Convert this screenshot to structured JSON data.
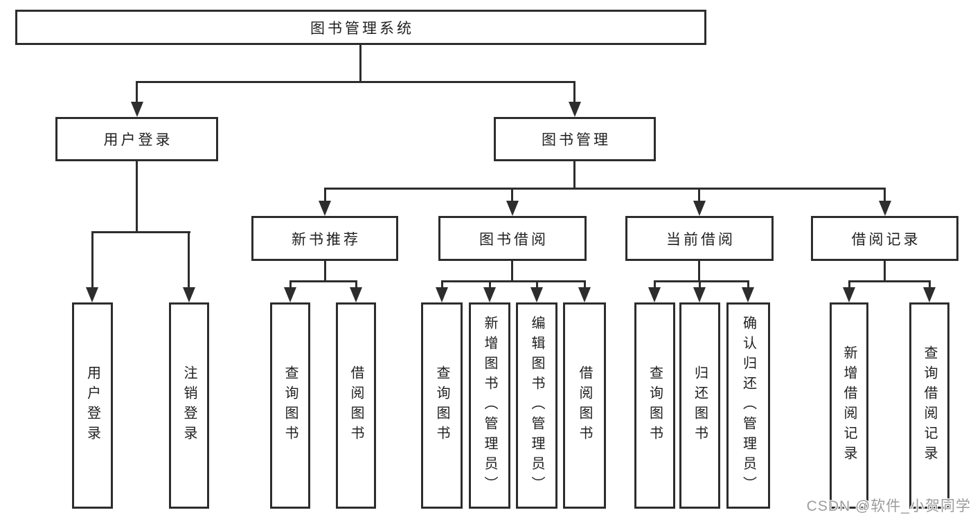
{
  "diagram": {
    "root": {
      "label": "图书管理系统"
    },
    "branches": [
      {
        "label": "用户登录",
        "children": [
          {
            "label": "用户登录"
          },
          {
            "label": "注销登录"
          }
        ]
      },
      {
        "label": "图书管理",
        "sections": [
          {
            "label": "新书推荐",
            "children": [
              {
                "label": "查询图书"
              },
              {
                "label": "借阅图书"
              }
            ]
          },
          {
            "label": "图书借阅",
            "children": [
              {
                "label": "查询图书"
              },
              {
                "label": "新增图书（管理员）"
              },
              {
                "label": "编辑图书（管理员）"
              },
              {
                "label": "借阅图书"
              }
            ]
          },
          {
            "label": "当前借阅",
            "children": [
              {
                "label": "查询图书"
              },
              {
                "label": "归还图书"
              },
              {
                "label": "确认归还（管理员）"
              }
            ]
          },
          {
            "label": "借阅记录",
            "children": [
              {
                "label": "新增借阅记录"
              },
              {
                "label": "查询借阅记录"
              }
            ]
          }
        ]
      }
    ]
  },
  "watermark": {
    "text": "CSDN @软件_小贺同学"
  },
  "colors": {
    "line": "#2d2d2d",
    "text": "#1f1f1f",
    "watermark_gray": "#9c9c9c",
    "background": "#ffffff"
  }
}
